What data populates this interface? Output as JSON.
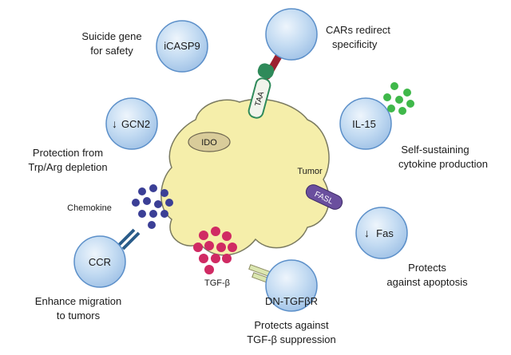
{
  "labels": {
    "suicide_gene": [
      "Suicide gene",
      "for safety"
    ],
    "icasp9": "iCASP9",
    "car_text": [
      "CARs redirect",
      "specificity"
    ],
    "taa": "TAA",
    "gcn2": "GCN2",
    "trp_arg": [
      "Protection from",
      "Trp/Arg depletion"
    ],
    "ido": "IDO",
    "il15": "IL-15",
    "self_sustaining": [
      "Self-sustaining",
      "cytokine production"
    ],
    "tumor": "Tumor",
    "chemokine": "Chemokine",
    "fasl": "FASL",
    "fas": "Fas",
    "apoptosis": [
      "Protects",
      "against apoptosis"
    ],
    "ccr": "CCR",
    "migration": [
      "Enhance migration",
      "to tumors"
    ],
    "tgfb": "TGF-β",
    "dn_tgfbr": "DN-TGFβR",
    "tgfb_suppression": [
      "Protects against",
      "TGF-β suppression"
    ]
  },
  "colors": {
    "cell_fill": "#b8d4ef",
    "cell_edge": "#5b8fc9",
    "tumor_fill": "#f5eeaa",
    "tumor_edge": "#7a7a60",
    "chemokine": "#3b3f96",
    "il15": "#3fb84a",
    "tgfb": "#d02a63",
    "car": "#9c1f2e",
    "taa": "#2f8a5a",
    "fasl": "#6a4f9e",
    "ccr": "#2a5c8a",
    "dn_tgfbr": "#dbe6b0"
  }
}
